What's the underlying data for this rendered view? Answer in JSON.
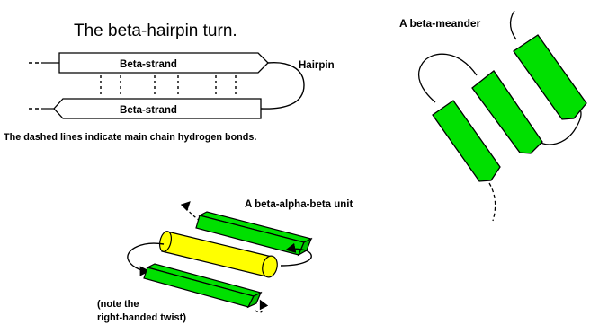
{
  "hairpin": {
    "title": "The beta-hairpin turn.",
    "strand_top_label": "Beta-strand",
    "strand_bottom_label": "Beta-strand",
    "turn_label": "Hairpin",
    "caption": "The dashed lines indicate main chain hydrogen bonds."
  },
  "meander": {
    "title": "A beta-meander"
  },
  "bab": {
    "title": "A beta-alpha-beta unit",
    "note_line1": "(note the",
    "note_line2": "right-handed twist)"
  },
  "colors": {
    "strand_green": "#00e000",
    "helix_yellow": "#ffff00",
    "outline": "#000000",
    "background": "#ffffff"
  }
}
